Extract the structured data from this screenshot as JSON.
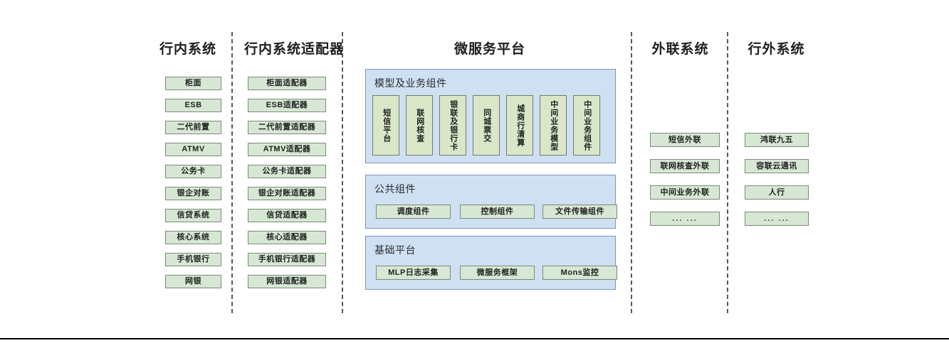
{
  "diagram": {
    "title_bar_color": "#000000",
    "green_fill": "#d6e8d4",
    "green_alt_fill": "#d9e7c8",
    "blue_fill": "#cfe0f3",
    "separator_color": "#555a5e"
  },
  "columns": {
    "internal_systems": {
      "title": "行内系统",
      "items": [
        "柜面",
        "ESB",
        "二代前置",
        "ATMV",
        "公务卡",
        "银企对账",
        "信贷系统",
        "核心系统",
        "手机银行",
        "网银"
      ]
    },
    "internal_adapters": {
      "title": "行内系统适配器",
      "items": [
        "柜面适配器",
        "ESB适配器",
        "二代前置适配器",
        "ATMV适配器",
        "公务卡适配器",
        "银企对账适配器",
        "信贷适配器",
        "核心适配器",
        "手机银行适配器",
        "网银适配器"
      ]
    },
    "microservice_platform": {
      "title": "微服务平台",
      "panels": [
        {
          "name": "模型及业务组件",
          "orientation": "vertical",
          "items": [
            "短信平台",
            "联网核查",
            "银联及银行卡",
            "同城票交",
            "城商行清算",
            "中间业务模型",
            "中间业务组件"
          ]
        },
        {
          "name": "公共组件",
          "orientation": "horizontal",
          "items": [
            "调度组件",
            "控制组件",
            "文件传输组件"
          ]
        },
        {
          "name": "基础平台",
          "orientation": "horizontal",
          "items": [
            "MLP日志采集",
            "微服务框架",
            "Mons监控"
          ]
        }
      ]
    },
    "external_link_systems": {
      "title": "外联系统",
      "items": [
        "短信外联",
        "联网核查外联",
        "中间业务外联",
        "... ..."
      ]
    },
    "outside_bank_systems": {
      "title": "行外系统",
      "items": [
        "鸿联九五",
        "容联云通讯",
        "人行",
        "... ..."
      ]
    }
  }
}
